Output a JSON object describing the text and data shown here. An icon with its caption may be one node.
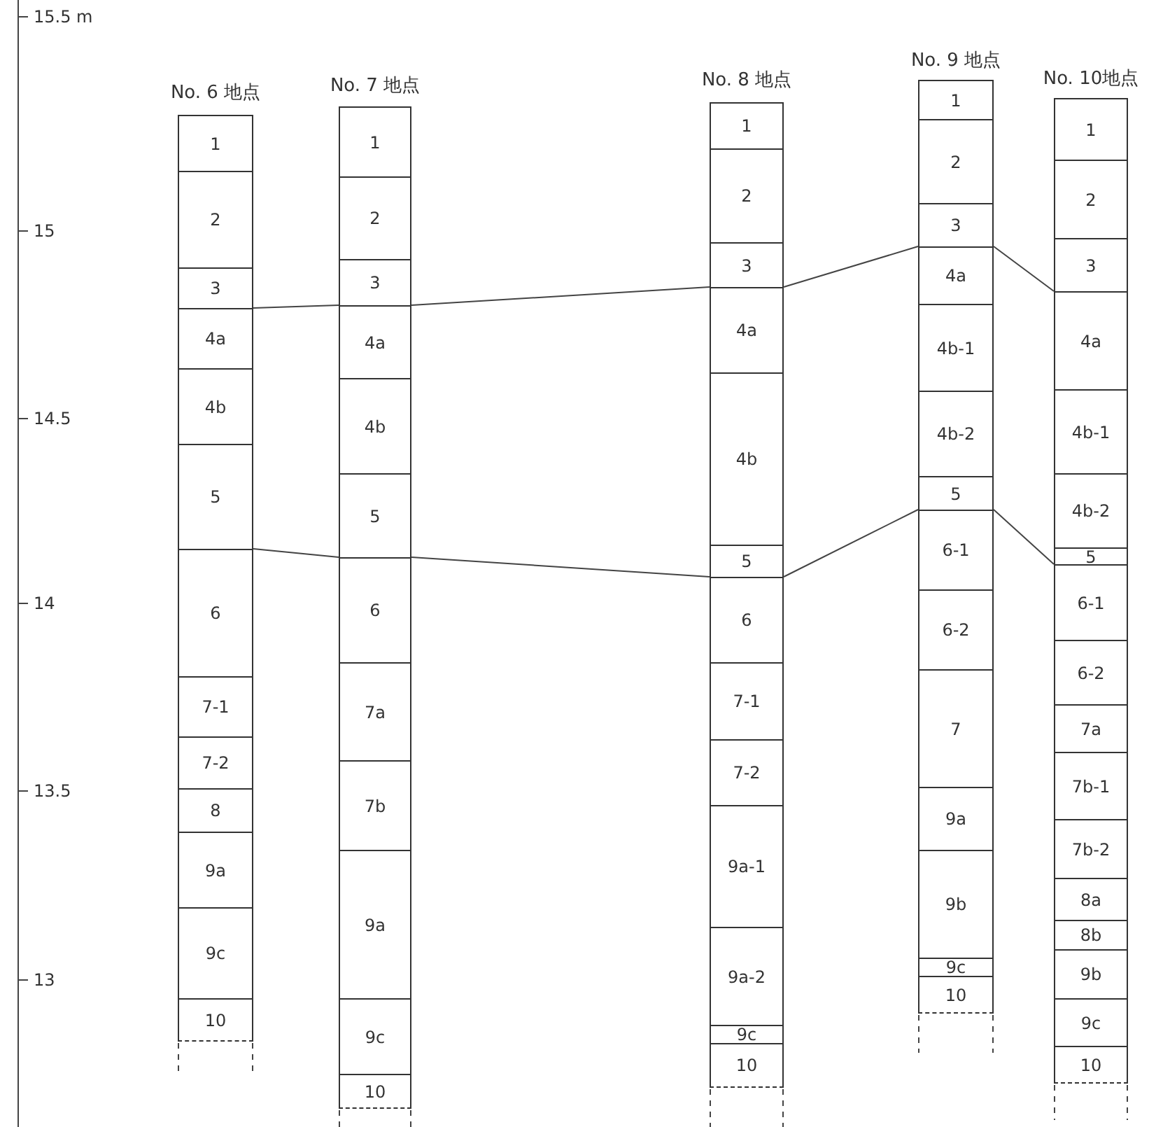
{
  "diagram": {
    "nodes": [
      {
        "text": [
          "No. 6 地点"
        ]
      },
      {
        "text": [
          "1"
        ],
        "in": 0
      },
      {
        "text": [
          "2"
        ],
        "in": 0
      },
      {
        "text": [
          "3"
        ],
        "in": 0
      },
      {
        "text": [
          "4a"
        ],
        "in": 0
      },
      {
        "text": [
          "4b"
        ],
        "in": 0
      },
      {
        "text": [
          "5"
        ],
        "in": 0
      },
      {
        "text": [
          "6"
        ],
        "in": 0
      },
      {
        "text": [
          "7-1"
        ],
        "in": 0
      },
      {
        "text": [
          "7-2"
        ],
        "in": 0
      },
      {
        "text": [
          "8"
        ],
        "in": 0
      },
      {
        "text": [
          "9a"
        ],
        "in": 0
      },
      {
        "text": [
          "9c"
        ],
        "in": 0
      },
      {
        "text": [
          "10"
        ],
        "in": 0
      },
      {
        "text": [
          "No. 7 地点"
        ]
      },
      {
        "text": [
          "1"
        ],
        "in": 14
      },
      {
        "text": [
          "2"
        ],
        "in": 14
      },
      {
        "text": [
          "3"
        ],
        "in": 14
      },
      {
        "text": [
          "4a"
        ],
        "in": 14
      },
      {
        "text": [
          "4b"
        ],
        "in": 14
      },
      {
        "text": [
          "5"
        ],
        "in": 14
      },
      {
        "text": [
          "6"
        ],
        "in": 14
      },
      {
        "text": [
          "7a"
        ],
        "in": 14
      },
      {
        "text": [
          "7b"
        ],
        "in": 14
      },
      {
        "text": [
          "9a"
        ],
        "in": 14
      },
      {
        "text": [
          "9c"
        ],
        "in": 14
      },
      {
        "text": [
          "10"
        ],
        "in": 14
      },
      {
        "text": [
          "No. 8 地点"
        ]
      },
      {
        "text": [
          "1"
        ],
        "in": 27
      },
      {
        "text": [
          "2"
        ],
        "in": 27
      },
      {
        "text": [
          "3"
        ],
        "in": 27
      },
      {
        "text": [
          "4a"
        ],
        "in": 27
      },
      {
        "text": [
          "4b"
        ],
        "in": 27
      },
      {
        "text": [
          "5"
        ],
        "in": 27
      },
      {
        "text": [
          "6"
        ],
        "in": 27
      },
      {
        "text": [
          "7-1"
        ],
        "in": 27
      },
      {
        "text": [
          "7-2"
        ],
        "in": 27
      },
      {
        "text": [
          "9a-1"
        ],
        "in": 27
      },
      {
        "text": [
          "9a-2"
        ],
        "in": 27
      },
      {
        "text": [
          "9c"
        ],
        "in": 27
      },
      {
        "text": [
          "10"
        ],
        "in": 27
      },
      {
        "text": [
          "No. 9 地点"
        ]
      },
      {
        "text": [
          "1"
        ],
        "in": 41
      },
      {
        "text": [
          "2"
        ],
        "in": 41
      },
      {
        "text": [
          "3"
        ],
        "in": 41
      },
      {
        "text": [
          "4a"
        ],
        "in": 41
      },
      {
        "text": [
          "4b-1"
        ],
        "in": 41
      },
      {
        "text": [
          "4b-2"
        ],
        "in": 41
      },
      {
        "text": [
          "5"
        ],
        "in": 41
      },
      {
        "text": [
          "6-1"
        ],
        "in": 41
      },
      {
        "text": [
          "6-2"
        ],
        "in": 41
      },
      {
        "text": [
          "7"
        ],
        "in": 41
      },
      {
        "text": [
          "9a"
        ],
        "in": 41
      },
      {
        "text": [
          "9b"
        ],
        "in": 41
      },
      {
        "text": [
          "9c"
        ],
        "in": 41
      },
      {
        "text": [
          "10"
        ],
        "in": 41
      },
      {
        "text": [
          "No. 10地点"
        ]
      },
      {
        "text": [
          "1"
        ],
        "in": 56
      },
      {
        "text": [
          "2"
        ],
        "in": 56
      },
      {
        "text": [
          "3"
        ],
        "in": 56
      },
      {
        "text": [
          "4a"
        ],
        "in": 56
      },
      {
        "text": [
          "4b-1"
        ],
        "in": 56
      },
      {
        "text": [
          "4b-2"
        ],
        "in": 56
      },
      {
        "text": [
          "5"
        ],
        "in": 56
      },
      {
        "text": [
          "6-1"
        ],
        "in": 56
      },
      {
        "text": [
          "6-2"
        ],
        "in": 56
      },
      {
        "text": [
          "7a"
        ],
        "in": 56
      },
      {
        "text": [
          "7b-1"
        ],
        "in": 56
      },
      {
        "text": [
          "7b-2"
        ],
        "in": 56
      },
      {
        "text": [
          "8a"
        ],
        "in": 56
      },
      {
        "text": [
          "8b"
        ],
        "in": 56
      },
      {
        "text": [
          "9b"
        ],
        "in": 56
      },
      {
        "text": [
          "9c"
        ],
        "in": 56
      },
      {
        "text": [
          "10"
        ],
        "in": 56
      }
    ],
    "edges": [
      {
        "from": 0,
        "to": 14,
        "arrow": "none"
      },
      {
        "from": 14,
        "to": 27,
        "arrow": "none"
      },
      {
        "from": 27,
        "to": 41,
        "arrow": "none"
      },
      {
        "from": 41,
        "to": 56,
        "arrow": "none"
      },
      {
        "from": 0,
        "to": 14,
        "arrow": "none"
      },
      {
        "from": 14,
        "to": 27,
        "arrow": "none"
      },
      {
        "from": 27,
        "to": 41,
        "arrow": "none"
      },
      {
        "from": 41,
        "to": 56,
        "arrow": "none"
      }
    ],
    "labels": [
      "15.5 m",
      "15",
      "14.5",
      "14",
      "13.5",
      "13"
    ]
  }
}
